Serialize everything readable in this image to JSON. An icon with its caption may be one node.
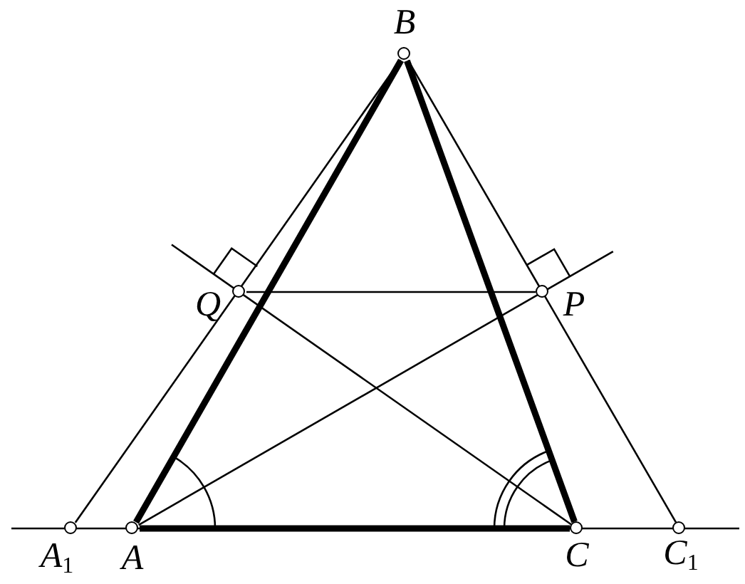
{
  "diagram": {
    "nodes": [
      {
        "text": [],
        "shape": "circle",
        "beside": [
          "B"
        ]
      },
      {
        "text": [],
        "shape": "circle",
        "beside": [
          "Q"
        ]
      },
      {
        "text": [],
        "shape": "circle",
        "beside": [
          "P"
        ]
      },
      {
        "text": [],
        "shape": "circle",
        "beside": [
          "A$_{1}$"
        ]
      },
      {
        "text": [],
        "shape": "circle",
        "beside": [
          "A"
        ]
      },
      {
        "text": [],
        "shape": "circle",
        "beside": [
          "C"
        ]
      },
      {
        "text": [],
        "shape": "circle",
        "beside": [
          "C$_{1}$"
        ]
      }
    ],
    "edges": [
      {
        "from": 3,
        "to": 0,
        "arrow": "none"
      },
      {
        "from": 0,
        "to": 6,
        "arrow": "none"
      },
      {
        "from": 4,
        "to": 0,
        "arrow": "none",
        "style": "thick"
      },
      {
        "from": 0,
        "to": 5,
        "arrow": "none",
        "style": "thick"
      },
      {
        "from": 4,
        "to": 5,
        "arrow": "none",
        "style": "thick"
      },
      {
        "from": 1,
        "to": 2,
        "arrow": "none"
      },
      {
        "from": 4,
        "to": 2,
        "arrow": "none"
      },
      {
        "from": 5,
        "to": 1,
        "arrow": "none"
      },
      {
        "from": 3,
        "to": 6,
        "arrow": "none"
      }
    ]
  }
}
